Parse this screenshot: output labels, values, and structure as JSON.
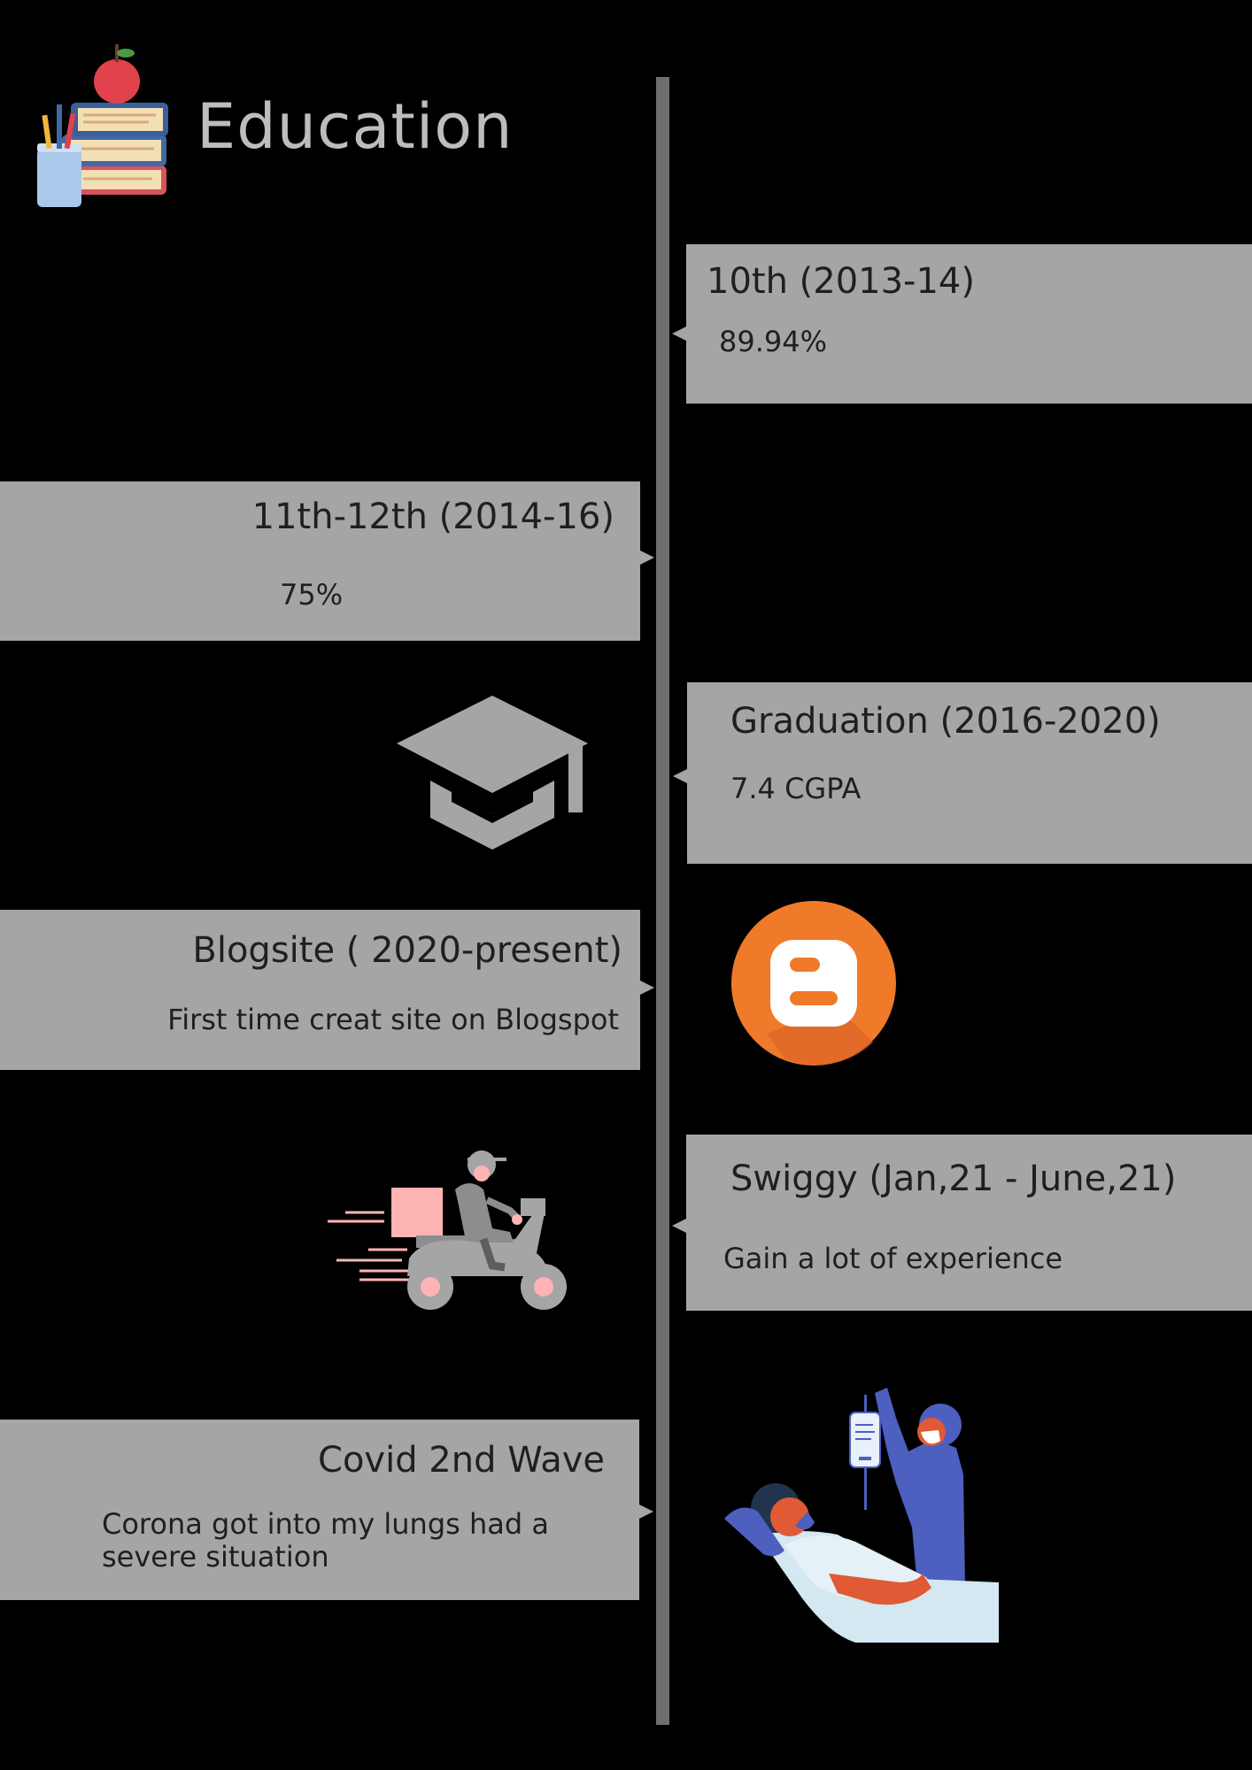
{
  "header": {
    "title": "Education"
  },
  "timeline": [
    {
      "title": "10th (2013-14)",
      "detail": "89.94%"
    },
    {
      "title": "11th-12th (2014-16)",
      "detail": "75%"
    },
    {
      "title": "Graduation (2016-2020)",
      "detail": "7.4 CGPA"
    },
    {
      "title": "Blogsite ( 2020-present)",
      "detail": "First time creat site on Blogspot"
    },
    {
      "title": "Swiggy (Jan,21 - June,21)",
      "detail": "Gain a lot of experience"
    },
    {
      "title": "Covid 2nd Wave",
      "detail": "Corona got into my lungs had a severe situation"
    }
  ],
  "icons": [
    "books-apple-icon",
    "graduation-cap-icon",
    "blogger-icon",
    "delivery-scooter-icon",
    "hospital-patient-icon"
  ],
  "colors": {
    "background": "#000000",
    "card": "#a5a5a5",
    "line": "#6f6f6f",
    "blogger": "#ef7a2a",
    "title": "#bdbdbd"
  }
}
